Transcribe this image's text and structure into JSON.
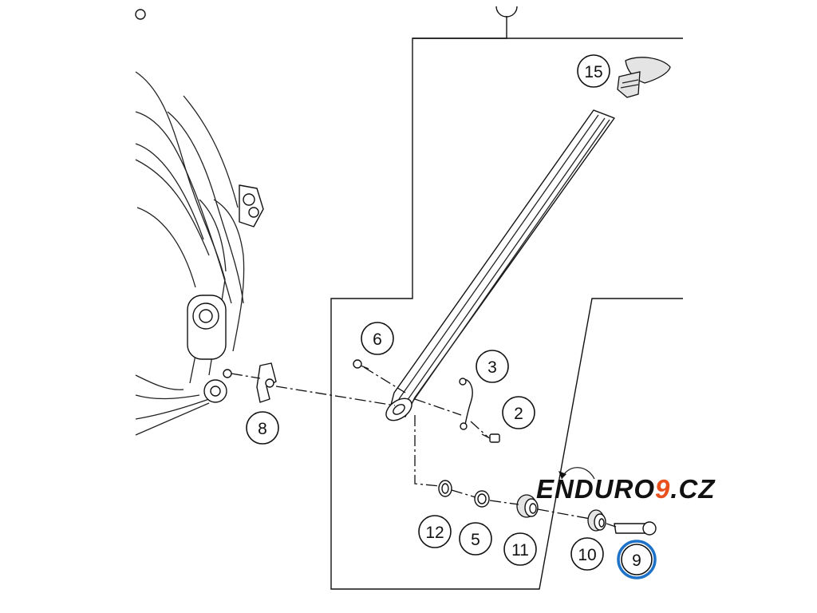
{
  "callouts": [
    {
      "id": "15",
      "label": "15"
    },
    {
      "id": "6",
      "label": "6"
    },
    {
      "id": "3",
      "label": "3"
    },
    {
      "id": "2",
      "label": "2"
    },
    {
      "id": "8",
      "label": "8"
    },
    {
      "id": "12",
      "label": "12"
    },
    {
      "id": "5",
      "label": "5"
    },
    {
      "id": "11",
      "label": "11"
    },
    {
      "id": "10",
      "label": "10"
    },
    {
      "id": "9",
      "label": "9",
      "highlighted": true
    }
  ],
  "watermark": {
    "prefix": "ENDURO",
    "digit": "9",
    "suffix": ".CZ"
  },
  "colors": {
    "line": "#111111",
    "highlight": "#1e73c8",
    "logo_black": "#111111",
    "logo_orange": "#e8501e"
  }
}
